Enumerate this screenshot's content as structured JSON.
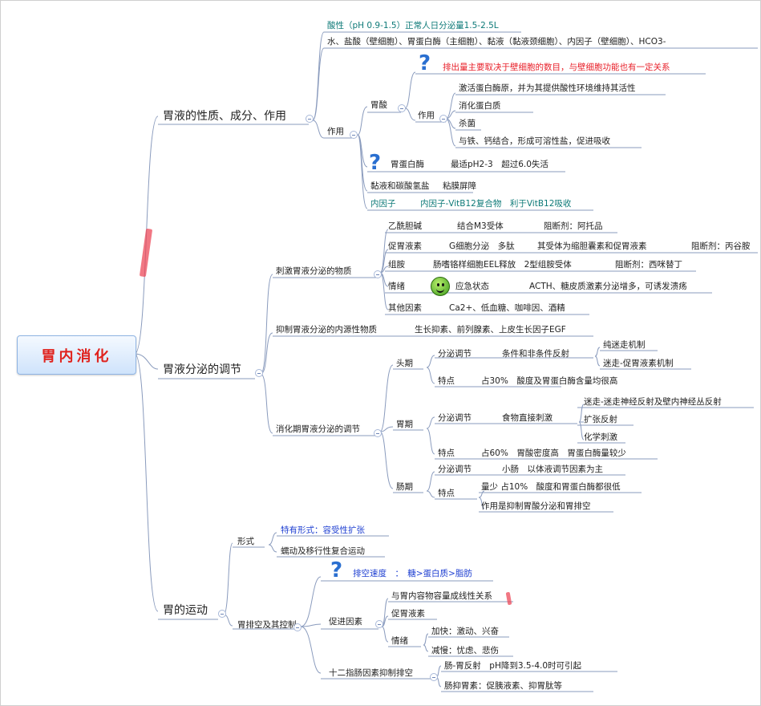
{
  "root": {
    "label": "胃内消化"
  },
  "branch1": {
    "label": "胃液的性质、成分、作用",
    "nature": "酸性（pH 0.9-1.5）正常人日分泌量1.5-2.5L",
    "components": "水、盐酸（壁细胞）、胃蛋白酶（主细胞）、黏液（黏液颈细胞）、内因子（壁细胞）、HCO3-",
    "function": {
      "label": "作用",
      "acid": {
        "label": "胃酸",
        "note": "排出量主要取决于壁细胞的数目，与壁细胞功能也有一定关系",
        "effect_label": "作用",
        "effects": [
          "激活蛋白酶原，并为其提供酸性环境维持其活性",
          "消化蛋白质",
          "杀菌",
          "与铁、钙结合，形成可溶性盐，促进吸收"
        ]
      },
      "pepsin": {
        "label": "胃蛋白酶",
        "detail": "最适pH2-3　超过6.0失活"
      },
      "mucus": {
        "label": "黏液和碳酸氢盐",
        "detail": "粘膜屏障"
      },
      "intrinsic": {
        "label": "内因子",
        "detail": "内因子-VitB12复合物　利于VitB12吸收"
      }
    }
  },
  "branch2": {
    "label": "胃液分泌的调节",
    "stimulants": {
      "label": "刺激胃液分泌的物质",
      "ach": {
        "label": "乙酰胆碱",
        "c1": "结合M3受体",
        "c2": "阻断剂：阿托品"
      },
      "gastrin": {
        "label": "促胃液素",
        "c1": "G细胞分泌　多肽",
        "c2": "其受体为缩胆囊素和促胃液素",
        "c3": "阻断剂：丙谷胺"
      },
      "histamine": {
        "label": "组胺",
        "c1": "肠嗜铬样细胞EEL释放　2型组胺受体",
        "c2": "阻断剂：西咪替丁"
      },
      "emotion": {
        "label": "情绪",
        "c1": "应急状态",
        "c2": "ACTH、糖皮质激素分泌增多，可诱发溃疡"
      },
      "others": {
        "label": "其他因素",
        "c1": "Ca2+、低血糖、咖啡因、酒精"
      }
    },
    "inhibitors": {
      "label": "抑制胃液分泌的内源性物质",
      "c1": "生长抑素、前列腺素、上皮生长因子EGF"
    },
    "phases": {
      "label": "消化期胃液分泌的调节",
      "head": {
        "label": "头期",
        "reg_label": "分泌调节",
        "reg": "条件和非条件反射",
        "reg_items": [
          "纯迷走机制",
          "迷走-促胃液素机制"
        ],
        "feat_label": "特点",
        "feat": "占30%　酸度及胃蛋白酶含量均很高"
      },
      "stomach": {
        "label": "胃期",
        "reg_label": "分泌调节",
        "reg": "食物直接刺激",
        "reg_items": [
          "迷走-迷走神经反射及壁内神经丛反射",
          "扩张反射",
          "化学刺激"
        ],
        "feat_label": "特点",
        "feat": "占60%　胃酸密度高　胃蛋白酶量较少"
      },
      "intestine": {
        "label": "肠期",
        "reg_label": "分泌调节",
        "reg": "小肠　以体液调节因素为主",
        "feat_label": "特点",
        "feat_items": [
          "量少 占10%　酸度和胃蛋白酶都很低",
          "作用是抑制胃酸分泌和胃排空"
        ]
      }
    }
  },
  "branch3": {
    "label": "胃的运动",
    "forms": {
      "label": "形式",
      "items": [
        "特有形式：容受性扩张",
        "蠕动及移行性复合运动"
      ]
    },
    "emptying": {
      "label": "胃排空及其控制",
      "speed": "排空速度　：　糖>蛋白质>脂肪",
      "promote": {
        "label": "促进因素",
        "items": [
          "与胃内容物容量成线性关系",
          "促胃液素"
        ],
        "emotion": {
          "label": "情绪",
          "items": [
            "加快：激动、兴奋",
            "减慢：忧虑、悲伤"
          ]
        }
      },
      "duodenum": {
        "label": "十二指肠因素抑制排空",
        "items": [
          "肠-胃反射　pH降到3.5-4.0时可引起",
          "肠抑胃素：促胰液素、抑胃肽等"
        ]
      }
    }
  },
  "colors": {
    "title": "#e0231e",
    "teal": "#0e7a78",
    "note": "#e8202a",
    "blue": "#1e3fd1",
    "line": "#8a9bbd"
  },
  "icons": [
    "question-icon",
    "smiley-icon",
    "collapse-icon"
  ]
}
